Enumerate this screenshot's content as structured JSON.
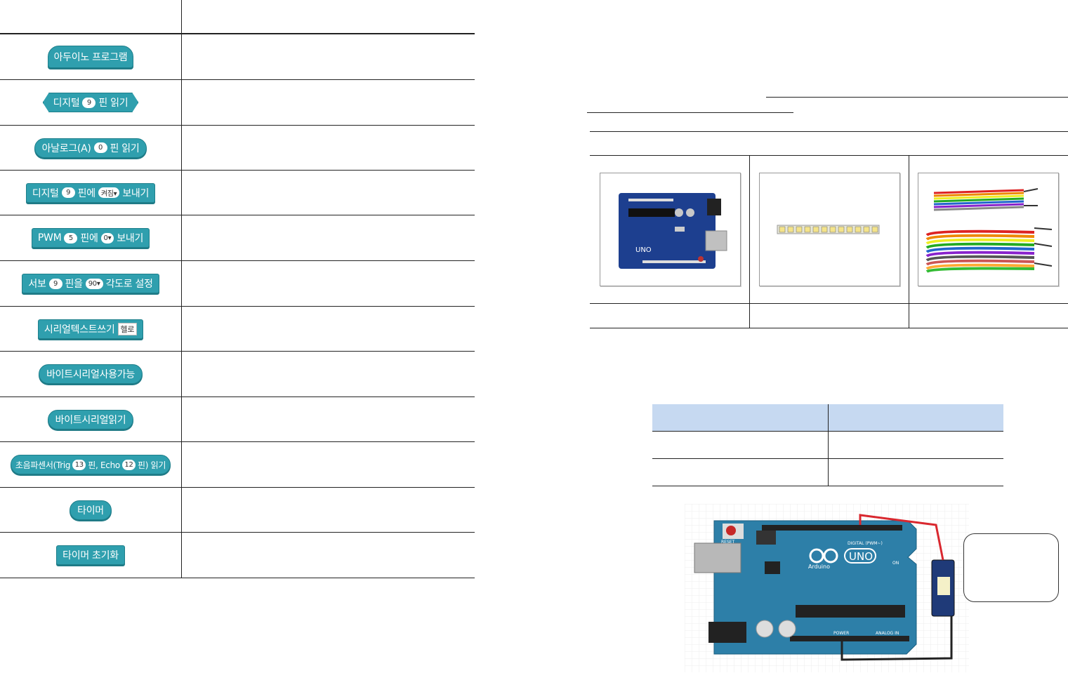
{
  "blocks": {
    "arduino_program": "아두이노 프로그램",
    "digital_read": {
      "label1": "디지털",
      "pin": "9",
      "label2": "핀 읽기"
    },
    "analog_read": {
      "label1": "아날로그(A)",
      "pin": "0",
      "label2": "핀 읽기"
    },
    "digital_write": {
      "label1": "디지털",
      "pin": "9",
      "label2": "핀에",
      "value": "켜짐▾",
      "label3": "보내기"
    },
    "pwm_write": {
      "label1": "PWM",
      "pin": "5",
      "label2": "핀에",
      "value": "0▾",
      "label3": "보내기"
    },
    "servo": {
      "label1": "서보",
      "pin": "9",
      "label2": "핀을",
      "value": "90▾",
      "label3": "각도로 설정"
    },
    "serial_text": {
      "label": "시리얼텍스트쓰기",
      "value": "헬로"
    },
    "byte_serial_available": "바이트시리얼사용가능",
    "byte_serial_read": "바이트시리얼읽기",
    "ultrasonic": {
      "label1": "초음파센서(Trig",
      "trig": "13",
      "label2": "핀, Echo",
      "echo": "12",
      "label3": "핀) 읽기"
    },
    "timer": "타이머",
    "timer_reset": "타이머 초기화"
  },
  "board": {
    "uno_logo": "UNO",
    "reset_label": "RESET",
    "digital_label": "DIGITAL (PWM~)",
    "brand": "Arduino",
    "on_label": "ON",
    "power_label": "POWER",
    "analog_label": "ANALOG IN"
  },
  "colors": {
    "block_teal": "#2f9fae",
    "board_blue": "#2d7fa8",
    "table_header": "#c6d9f1",
    "wire_red": "#d9282f"
  }
}
